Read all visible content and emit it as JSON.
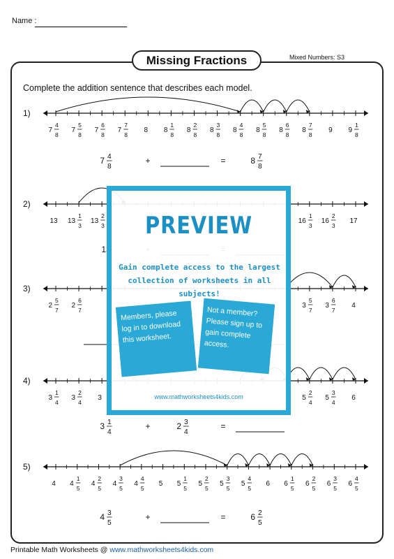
{
  "header": {
    "name_label": "Name :",
    "title": "Missing Fractions",
    "sheet_code": "Mixed Numbers: S3",
    "instruction": "Complete the addition sentence that describes each model."
  },
  "problems": [
    {
      "label": "1)",
      "ticks": [
        "7|4|8",
        "7|5|8",
        "7|6|8",
        "7|7|8",
        "8",
        "8|1|8",
        "8|2|8",
        "8|3|8",
        "8|4|8",
        "8|5|8",
        "8|6|8",
        "8|7|8",
        "9",
        "9|1|8"
      ],
      "arcs": [
        [
          0,
          8
        ],
        [
          8,
          9
        ],
        [
          9,
          10
        ],
        [
          10,
          11
        ]
      ],
      "equation": {
        "a": "7|4|8",
        "b": "",
        "c": "8|7|8"
      }
    },
    {
      "label": "2)",
      "ticks": [
        "13",
        "13|1|3",
        "13|2|3",
        "",
        "",
        "",
        "",
        "",
        "",
        "",
        "",
        "16|1|3",
        "16|2|3",
        "17"
      ],
      "arcs": [
        [
          1,
          3
        ]
      ],
      "equation": {
        "a": "13",
        "b": "",
        "c": ""
      }
    },
    {
      "label": "3)",
      "ticks": [
        "2|5|7",
        "2|6|7",
        "",
        "",
        "",
        "",
        "",
        "",
        "",
        "",
        "",
        "3|5|7",
        "3|6|7",
        "4"
      ],
      "arcs": [
        [
          10,
          12
        ],
        [
          12,
          13
        ]
      ],
      "equation": {
        "a": "",
        "b": "",
        "c": ""
      }
    },
    {
      "label": "4)",
      "ticks": [
        "3|1|4",
        "3|2|4",
        "3",
        "",
        "",
        "",
        "",
        "",
        "",
        "",
        "",
        "5|2|4",
        "5|3|4",
        "6"
      ],
      "arcs": [
        [
          8,
          9
        ],
        [
          9,
          10
        ],
        [
          10,
          11
        ],
        [
          11,
          12
        ],
        [
          12,
          13
        ]
      ],
      "equation": {
        "a": "3|1|4",
        "b": "2|3|4",
        "c": ""
      }
    },
    {
      "label": "5)",
      "ticks": [
        "4",
        "4|1|5",
        "4|2|5",
        "4|3|5",
        "4|4|5",
        "5",
        "5|1|5",
        "5|2|5",
        "5|3|5",
        "5|4|5",
        "6",
        "6|1|5",
        "6|2|5",
        "6|3|5",
        "6|4|5"
      ],
      "arcs": [
        [
          3,
          8
        ],
        [
          8,
          9
        ],
        [
          9,
          10
        ],
        [
          10,
          11
        ],
        [
          11,
          12
        ]
      ],
      "equation": {
        "a": "4|3|5",
        "b": "",
        "c": "6|2|5"
      }
    }
  ],
  "operators": {
    "plus": "+",
    "equals": "="
  },
  "preview": {
    "title": "PREVIEW",
    "tagline": "Gain complete access to the largest collection of worksheets in all subjects!",
    "members_text": "Members, please log in to download this worksheet.",
    "signup_text": "Not a member? Please sign up to gain complete access.",
    "url": "www.mathworksheets4kids.com"
  },
  "footer": {
    "text": "Printable Math Worksheets @ ",
    "url": "www.mathworksheets4kids.com"
  },
  "colors": {
    "accent": "#2aa8d6",
    "link": "#1a60a8"
  }
}
